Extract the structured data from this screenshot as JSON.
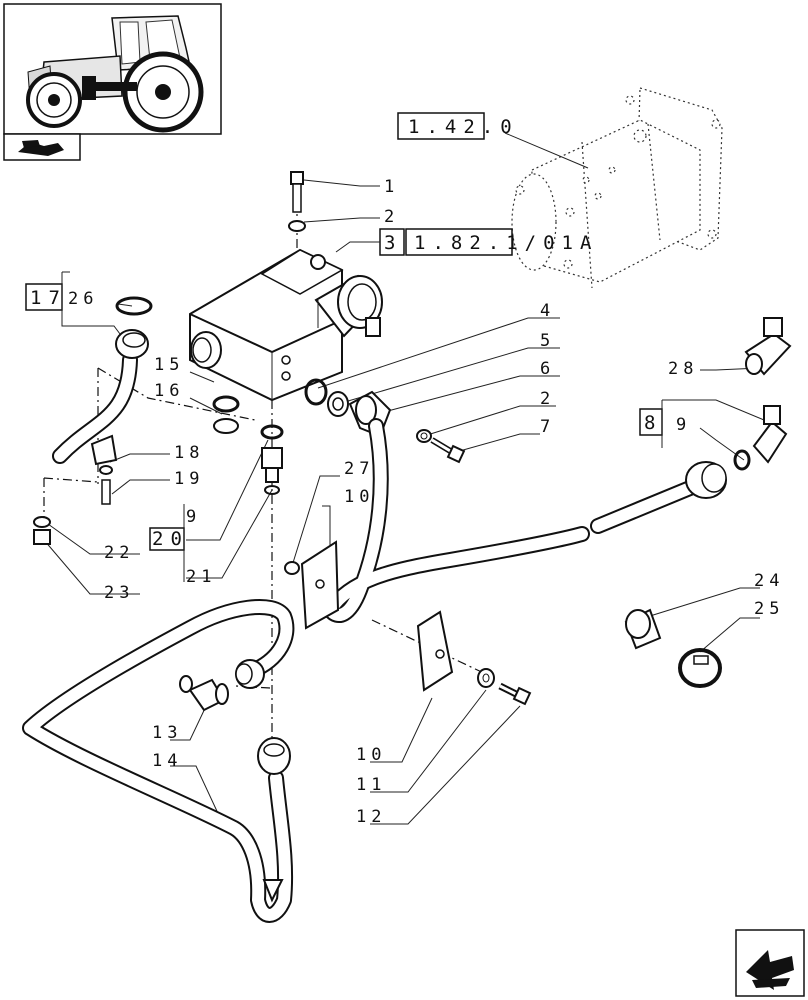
{
  "refs": {
    "pump_ref": "1.42.0",
    "valve_ref_a": "3",
    "valve_ref_b": "1.82.1/01A",
    "kit_17": "17",
    "kit_8": "8",
    "kit_20": "20"
  },
  "labels": {
    "l1": "1",
    "l2a": "2",
    "l26": "26",
    "l4": "4",
    "l5": "5",
    "l6": "6",
    "l2b": "2",
    "l7": "7",
    "l15": "15",
    "l16": "16",
    "l18": "18",
    "l19": "19",
    "l9a": "9",
    "l21": "21",
    "l22": "22",
    "l23": "23",
    "l27": "27",
    "l10a": "10",
    "l28": "28",
    "l9b": "9",
    "l24": "24",
    "l25": "25",
    "l13": "13",
    "l14": "14",
    "l10b": "10",
    "l11": "11",
    "l12": "12"
  },
  "icons": {
    "thumbnail": "tractor-thumbnail-icon",
    "nav": "prev-page-arrow-icon",
    "next": "next-page-arrow-icon"
  }
}
